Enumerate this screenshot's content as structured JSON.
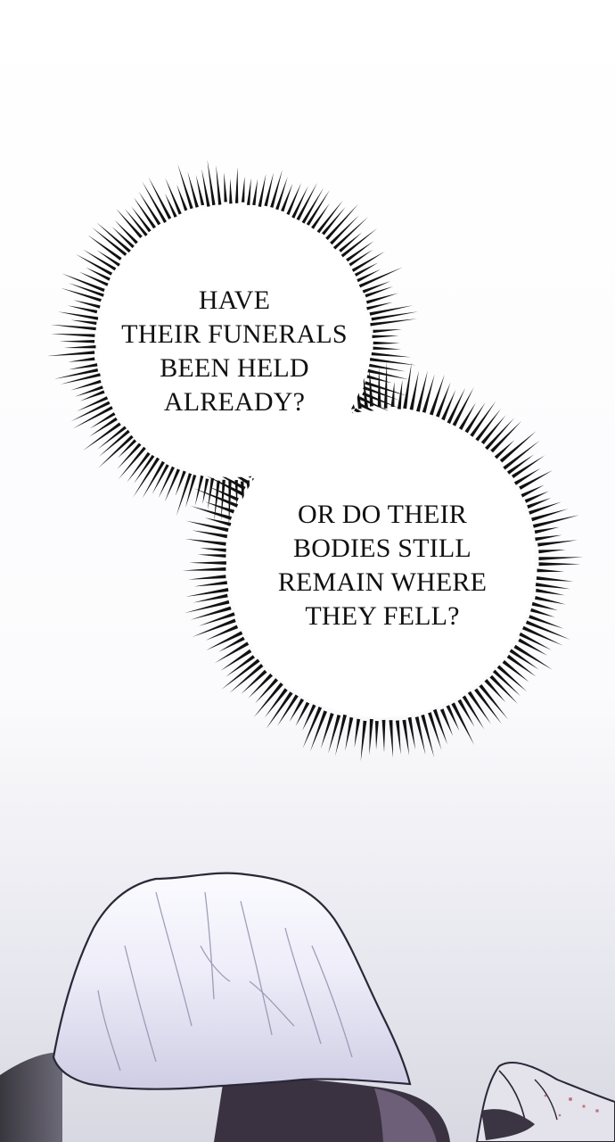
{
  "page": {
    "background": "#ffffff",
    "ink": "#111111"
  },
  "bubbles": [
    {
      "lines": [
        "HAVE",
        "THEIR FUNERALS",
        "BEEN HELD",
        "ALREADY?"
      ]
    },
    {
      "lines": [
        "OR DO THEIR",
        "BODIES STILL",
        "REMAIN WHERE",
        "THEY FELL?"
      ]
    }
  ],
  "art": {
    "description_icon": "covered-figure-illustration",
    "cloth_color": "#f2f1fb",
    "shadow_color": "#b9b6cf",
    "dark_color": "#2a2630"
  }
}
